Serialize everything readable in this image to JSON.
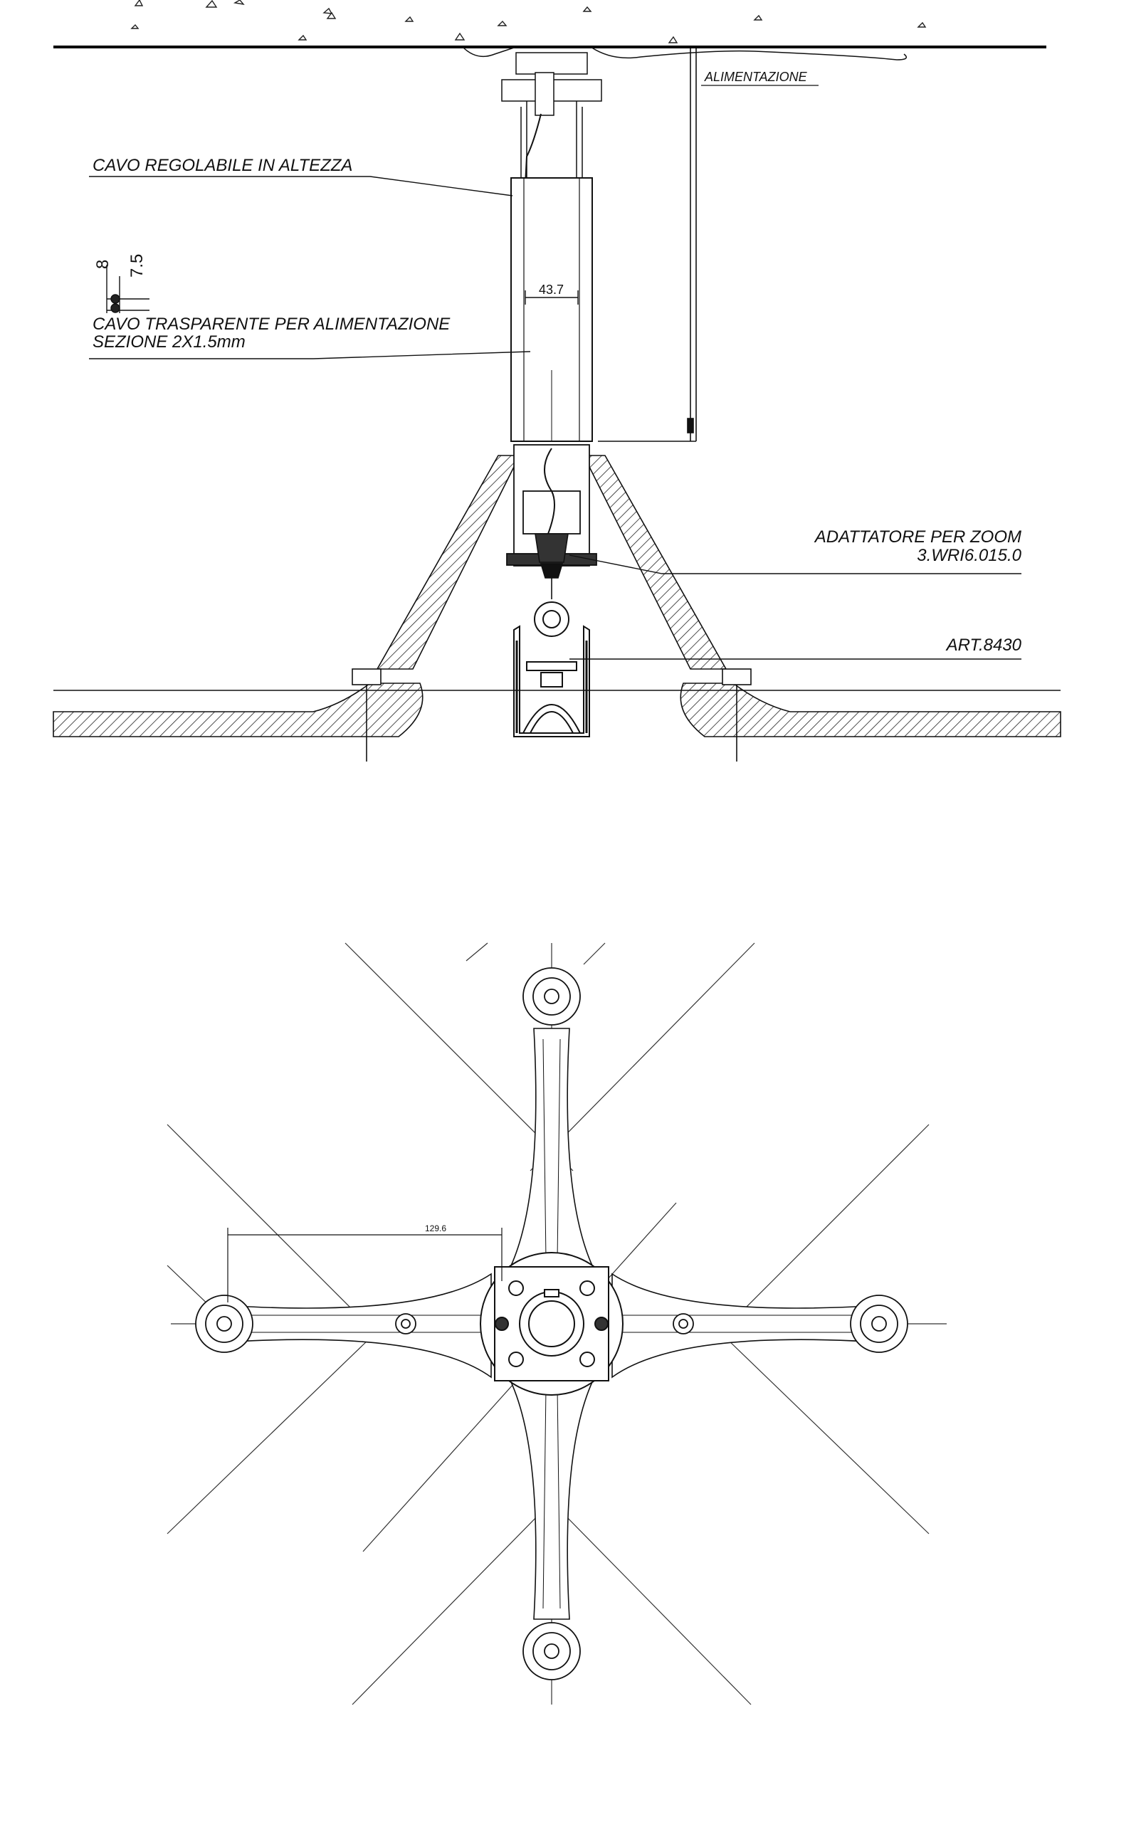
{
  "section_view": {
    "labels": {
      "power_supply": "ALIMENTAZIONE",
      "height_adjustable_cable": "CAVO REGOLABILE IN ALTEZZA",
      "transparent_cable_line1": "CAVO TRASPARENTE PER ALIMENTAZIONE",
      "transparent_cable_line2": "SEZIONE 2X1.5mm",
      "zoom_adapter_line1": "ADATTATORE PER ZOOM",
      "zoom_adapter_line2": "3.WRI6.015.0",
      "article": "ART.8430"
    },
    "dimensions": {
      "tube_width": "43.7",
      "cable_width": "8",
      "cable_height": "7.5"
    }
  },
  "plan_view": {
    "dimensions": {
      "arm_distance": "129.6"
    }
  }
}
